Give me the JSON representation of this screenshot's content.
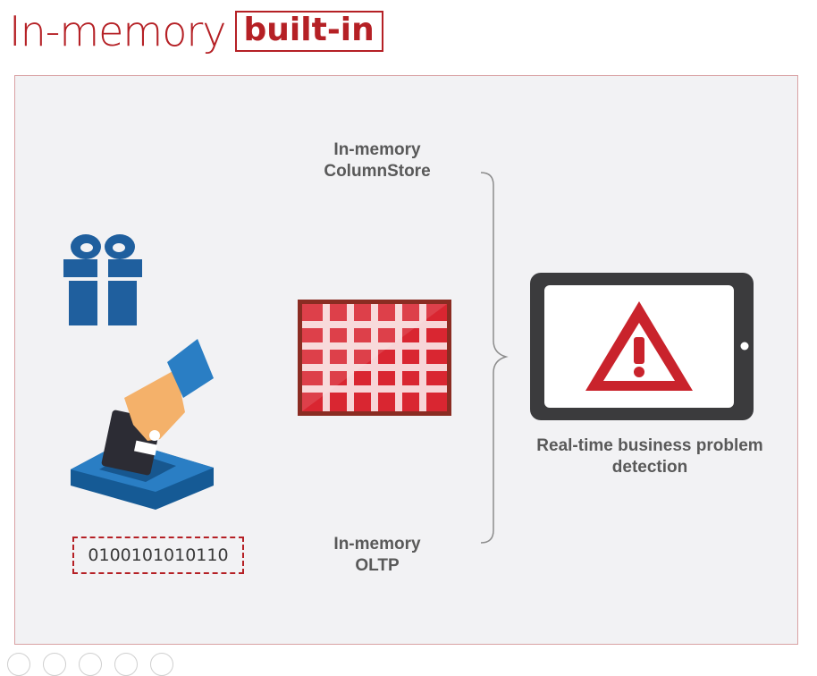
{
  "title": {
    "plain": "In-memory",
    "highlight": "built-in"
  },
  "labels": {
    "columnstore_line1": "In-memory",
    "columnstore_line2": "ColumnStore",
    "oltp_line1": "In-memory",
    "oltp_line2": "OLTP",
    "detection_line1": "Real-time business problem",
    "detection_line2": "detection"
  },
  "binary": "0100101010110",
  "icons": [
    "gift-icon",
    "card-payment-icon",
    "columnstore-grid-icon",
    "tablet-warning-icon",
    "brace-icon"
  ],
  "colors": {
    "accent": "#b52025",
    "blue": "#1f5f9e",
    "panel": "#f2f2f4",
    "text": "#595959"
  }
}
